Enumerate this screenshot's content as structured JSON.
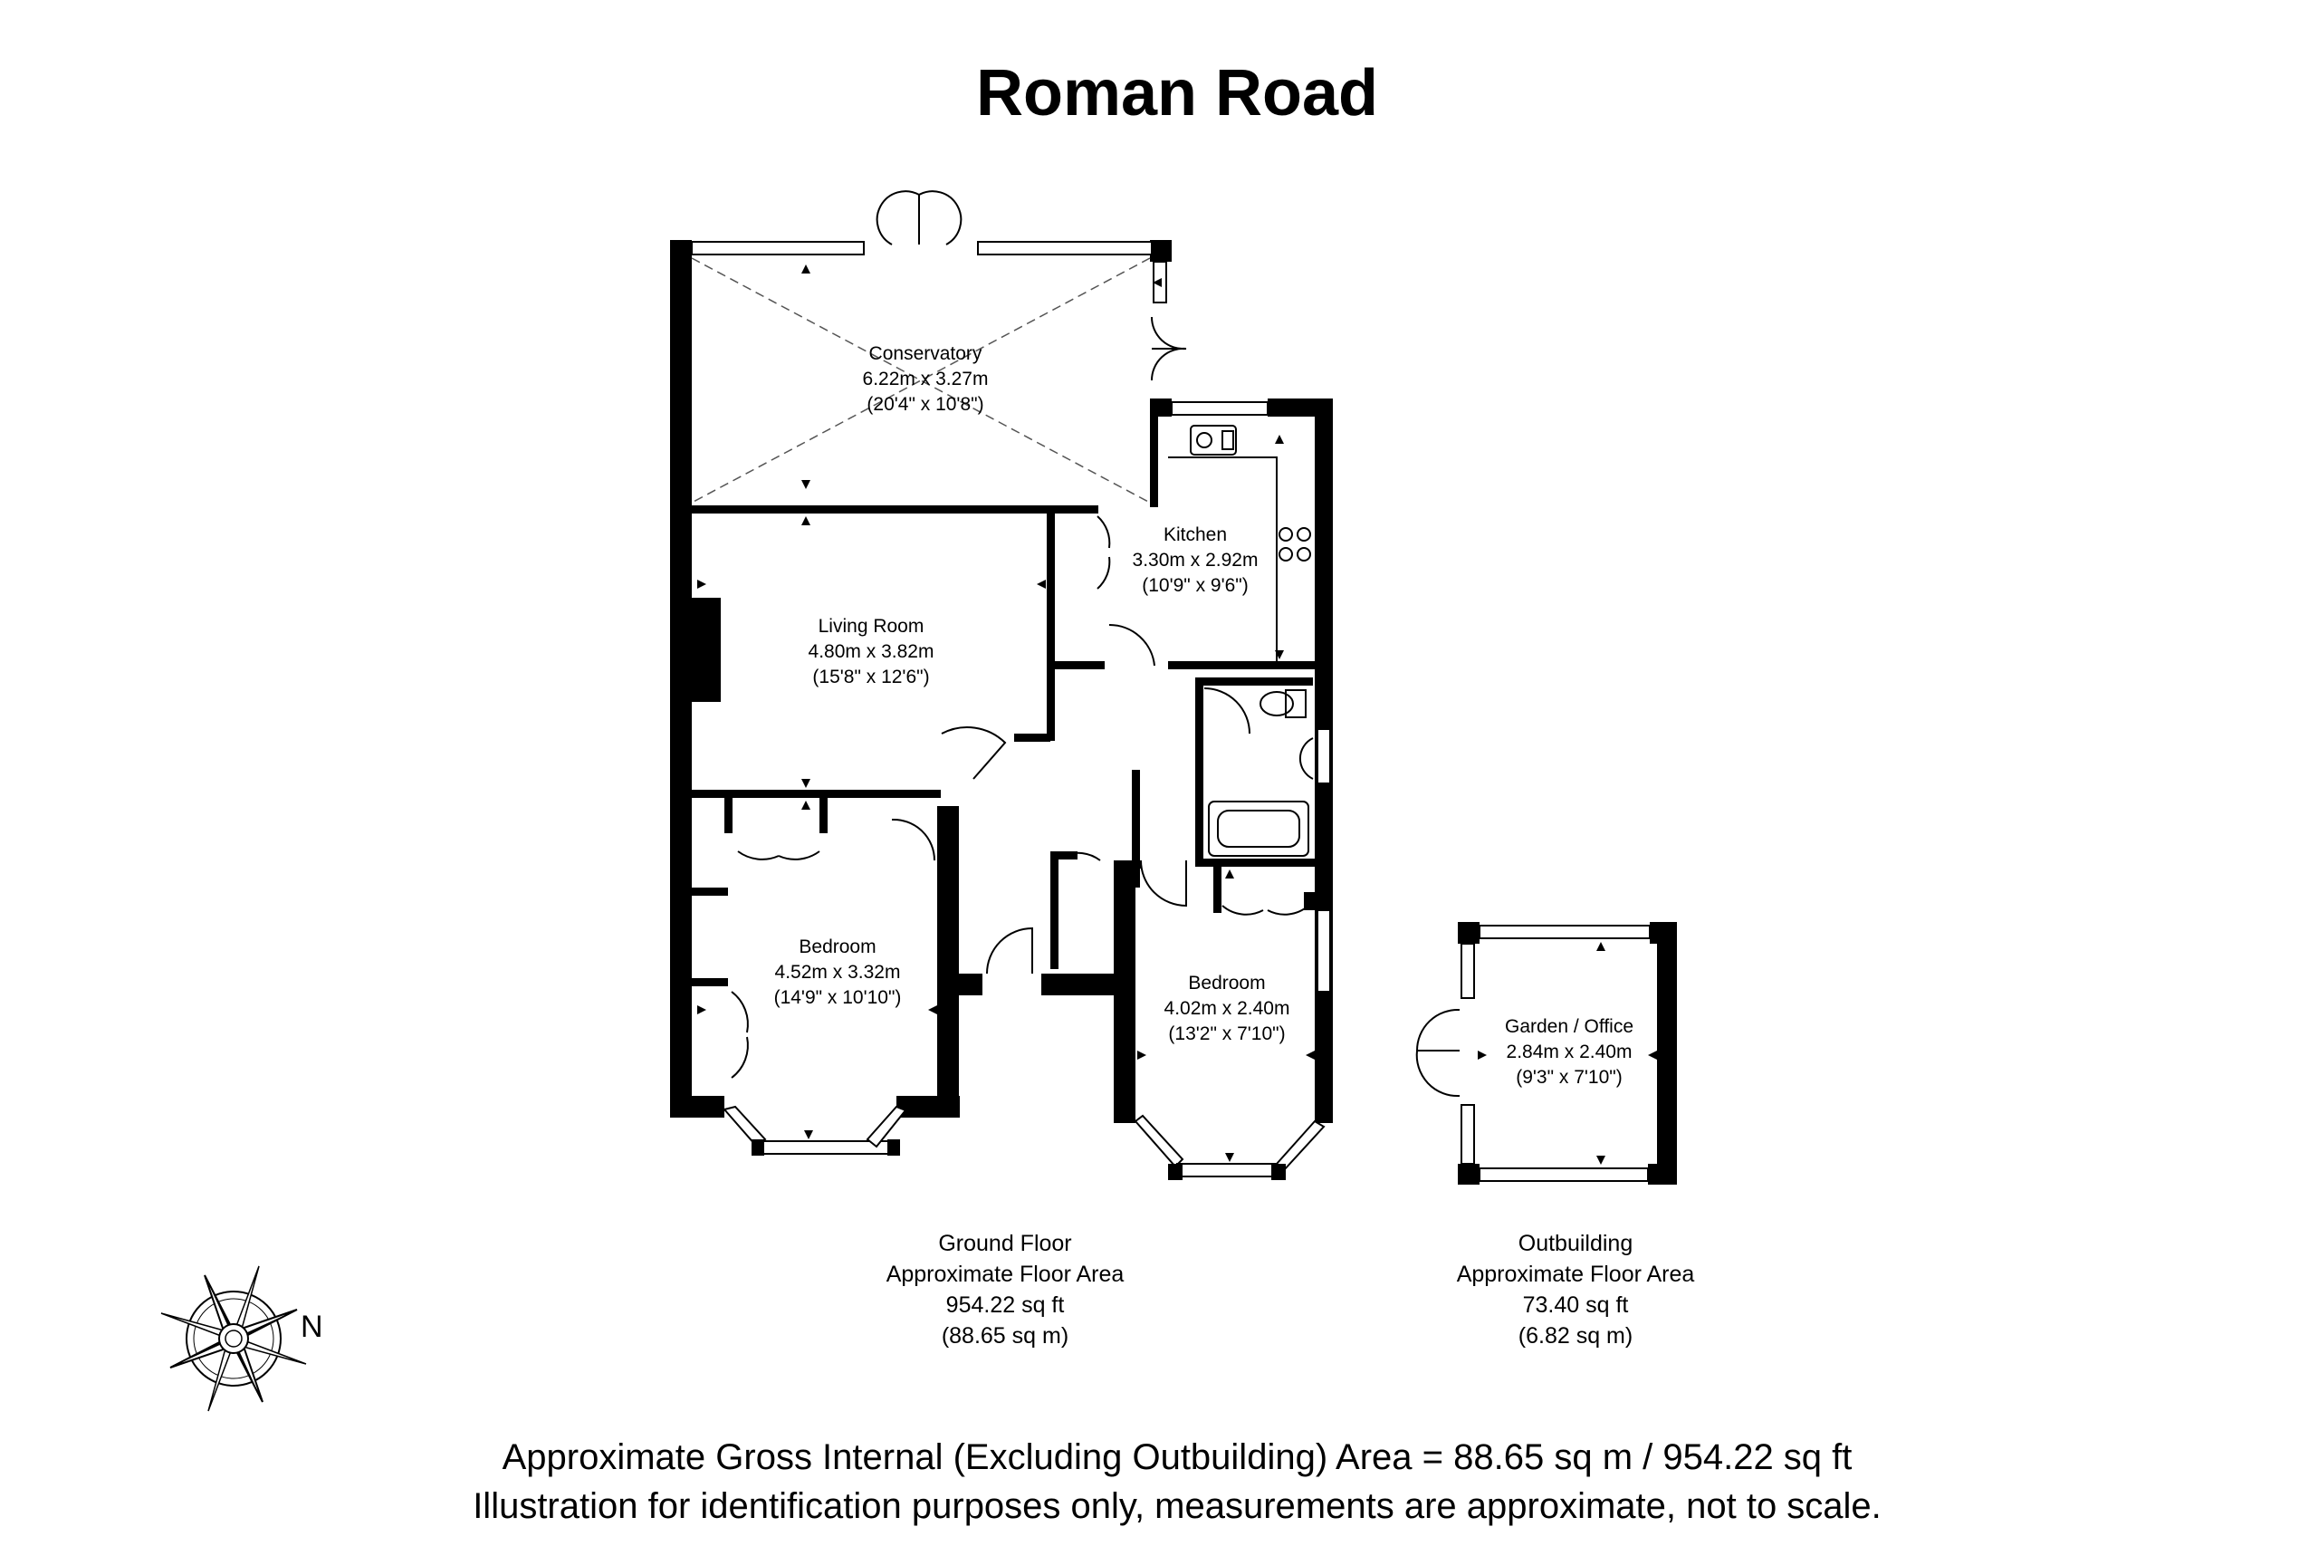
{
  "title": "Roman Road",
  "rooms": {
    "conservatory": {
      "name": "Conservatory",
      "metric": "6.22m x 3.27m",
      "imperial": "(20'4\" x 10'8\")"
    },
    "kitchen": {
      "name": "Kitchen",
      "metric": "3.30m x 2.92m",
      "imperial": "(10'9\" x 9'6\")"
    },
    "living_room": {
      "name": "Living Room",
      "metric": "4.80m x 3.82m",
      "imperial": "(15'8\" x 12'6\")"
    },
    "bedroom_1": {
      "name": "Bedroom",
      "metric": "4.52m x 3.32m",
      "imperial": "(14'9\" x 10'10\")"
    },
    "bedroom_2": {
      "name": "Bedroom",
      "metric": "4.02m x 2.40m",
      "imperial": "(13'2\" x 7'10\")"
    },
    "garden_office": {
      "name": "Garden / Office",
      "metric": "2.84m x 2.40m",
      "imperial": "(9'3\" x 7'10\")"
    }
  },
  "ground_floor": {
    "heading": "Ground Floor",
    "label": "Approximate Floor Area",
    "sqft": "954.22 sq ft",
    "sqm": "(88.65 sq m)"
  },
  "outbuilding": {
    "heading": "Outbuilding",
    "label": "Approximate Floor Area",
    "sqft": "73.40 sq ft",
    "sqm": "(6.82 sq m)"
  },
  "compass": {
    "direction": "N"
  },
  "footer": {
    "line1": "Approximate Gross Internal (Excluding Outbuilding) Area = 88.65 sq m / 954.22 sq ft",
    "line2": "Illustration for identification purposes only, measurements are approximate, not to scale."
  },
  "colors": {
    "wall": "#000000",
    "background": "#ffffff",
    "glazing": "#777777"
  }
}
